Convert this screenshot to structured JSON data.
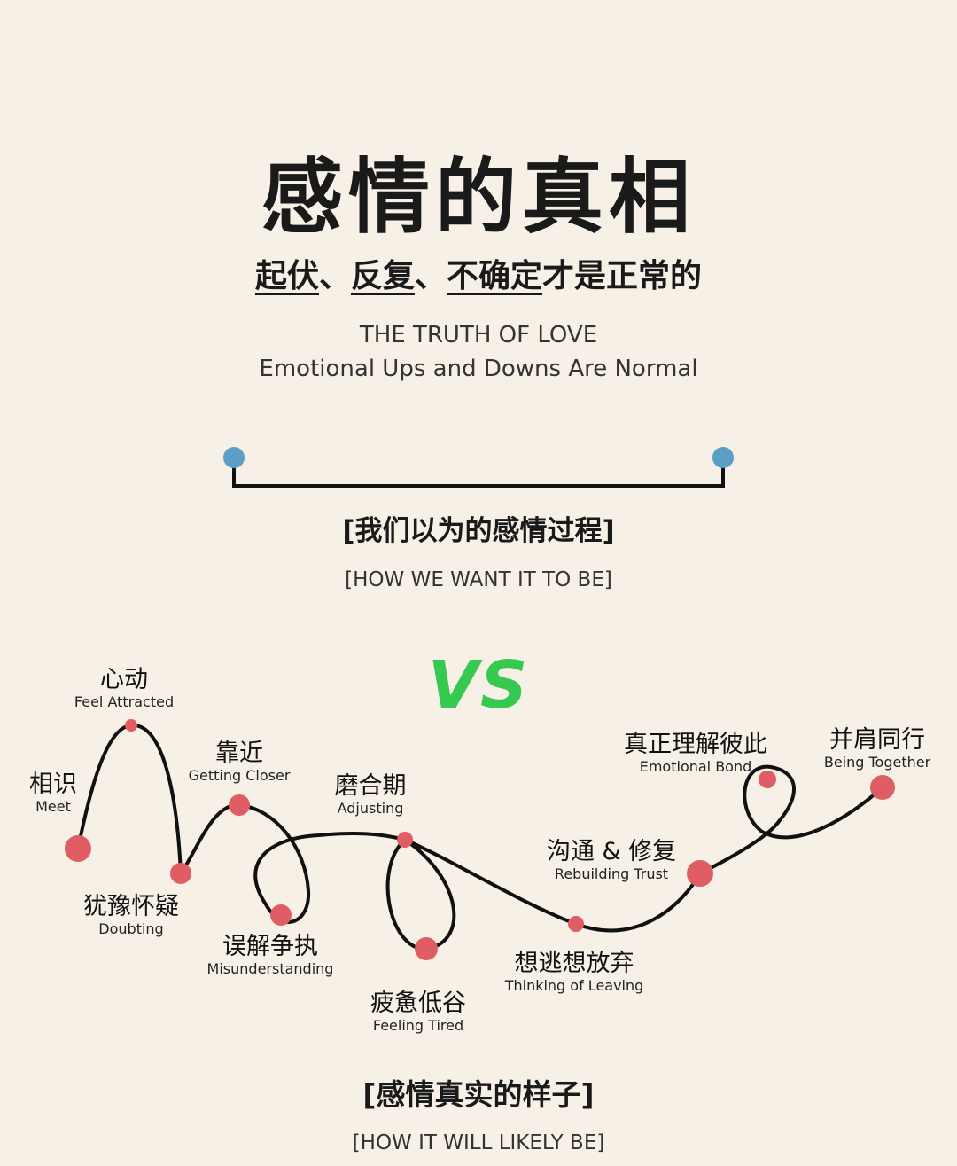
{
  "title": "感情的真相",
  "subtitle": {
    "part1": "起伏",
    "sep1": "、",
    "part2": "反复",
    "sep2": "、",
    "part3": "不确定",
    "part4": "才是正常的"
  },
  "english_title": "THE TRUTH OF LOVE",
  "english_subtitle": "Emotional Ups and Downs Are Normal",
  "ideal": {
    "label_zh": "[我们以为的感情过程]",
    "label_en": "[HOW WE WANT IT TO BE]"
  },
  "vs": "VS",
  "reality": {
    "label_zh": "[感情真实的样子]",
    "label_en": "[HOW IT WILL LIKELY BE]",
    "stages": [
      {
        "zh": "相识",
        "en": "Meet"
      },
      {
        "zh": "心动",
        "en": "Feel Attracted"
      },
      {
        "zh": "犹豫怀疑",
        "en": "Doubting"
      },
      {
        "zh": "靠近",
        "en": "Getting Closer"
      },
      {
        "zh": "误解争执",
        "en": "Misunderstanding"
      },
      {
        "zh": "磨合期",
        "en": "Adjusting"
      },
      {
        "zh": "疲惫低谷",
        "en": "Feeling Tired"
      },
      {
        "zh": "想逃想放弃",
        "en": "Thinking of Leaving"
      },
      {
        "zh": "沟通 & 修复",
        "en": "Rebuilding Trust"
      },
      {
        "zh": "真正理解彼此",
        "en": "Emotional Bond"
      },
      {
        "zh": "并肩同行",
        "en": "Being Together"
      }
    ]
  },
  "colors": {
    "background": "#f6f0e6",
    "ideal_dot": "#5b9ec6",
    "reality_dot": "#e05d63",
    "vs": "#36c94f",
    "line": "#111111"
  }
}
